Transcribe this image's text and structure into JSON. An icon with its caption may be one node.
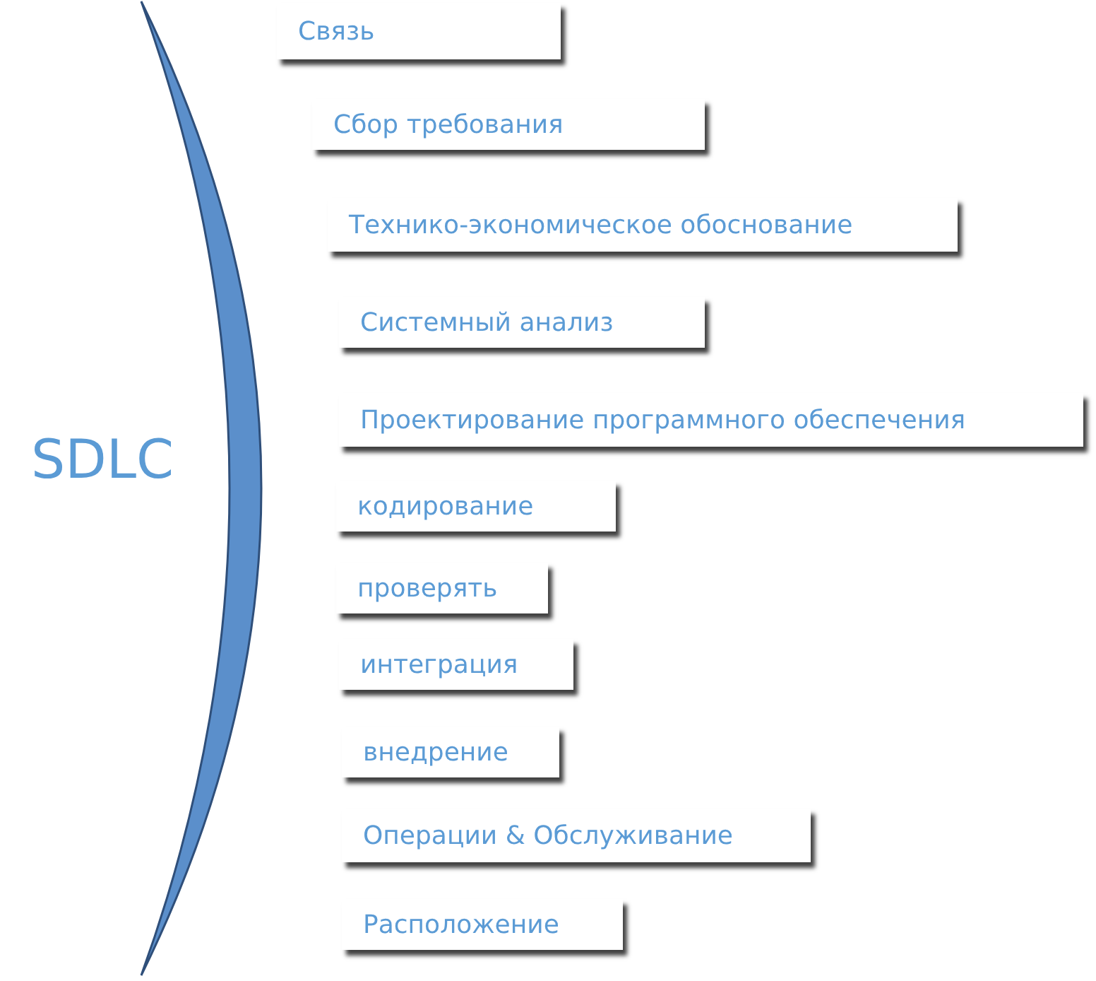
{
  "diagram": {
    "nodes": [
      {
        "text": [
          "Связь"
        ]
      },
      {
        "text": [
          "Сбор требования"
        ]
      },
      {
        "text": [
          "Технико-экономическое обоснование"
        ]
      },
      {
        "text": [
          "Системный анализ"
        ]
      },
      {
        "text": [
          "Проектирование программного обеспечения"
        ]
      },
      {
        "text": [
          "кодирование"
        ]
      },
      {
        "text": [
          "проверять"
        ]
      },
      {
        "text": [
          "интеграция"
        ]
      },
      {
        "text": [
          "внедрение"
        ]
      },
      {
        "text": [
          "Операции & Обслуживание"
        ]
      },
      {
        "text": [
          "Расположение"
        ]
      }
    ],
    "labels": [
      "SDLC"
    ]
  }
}
